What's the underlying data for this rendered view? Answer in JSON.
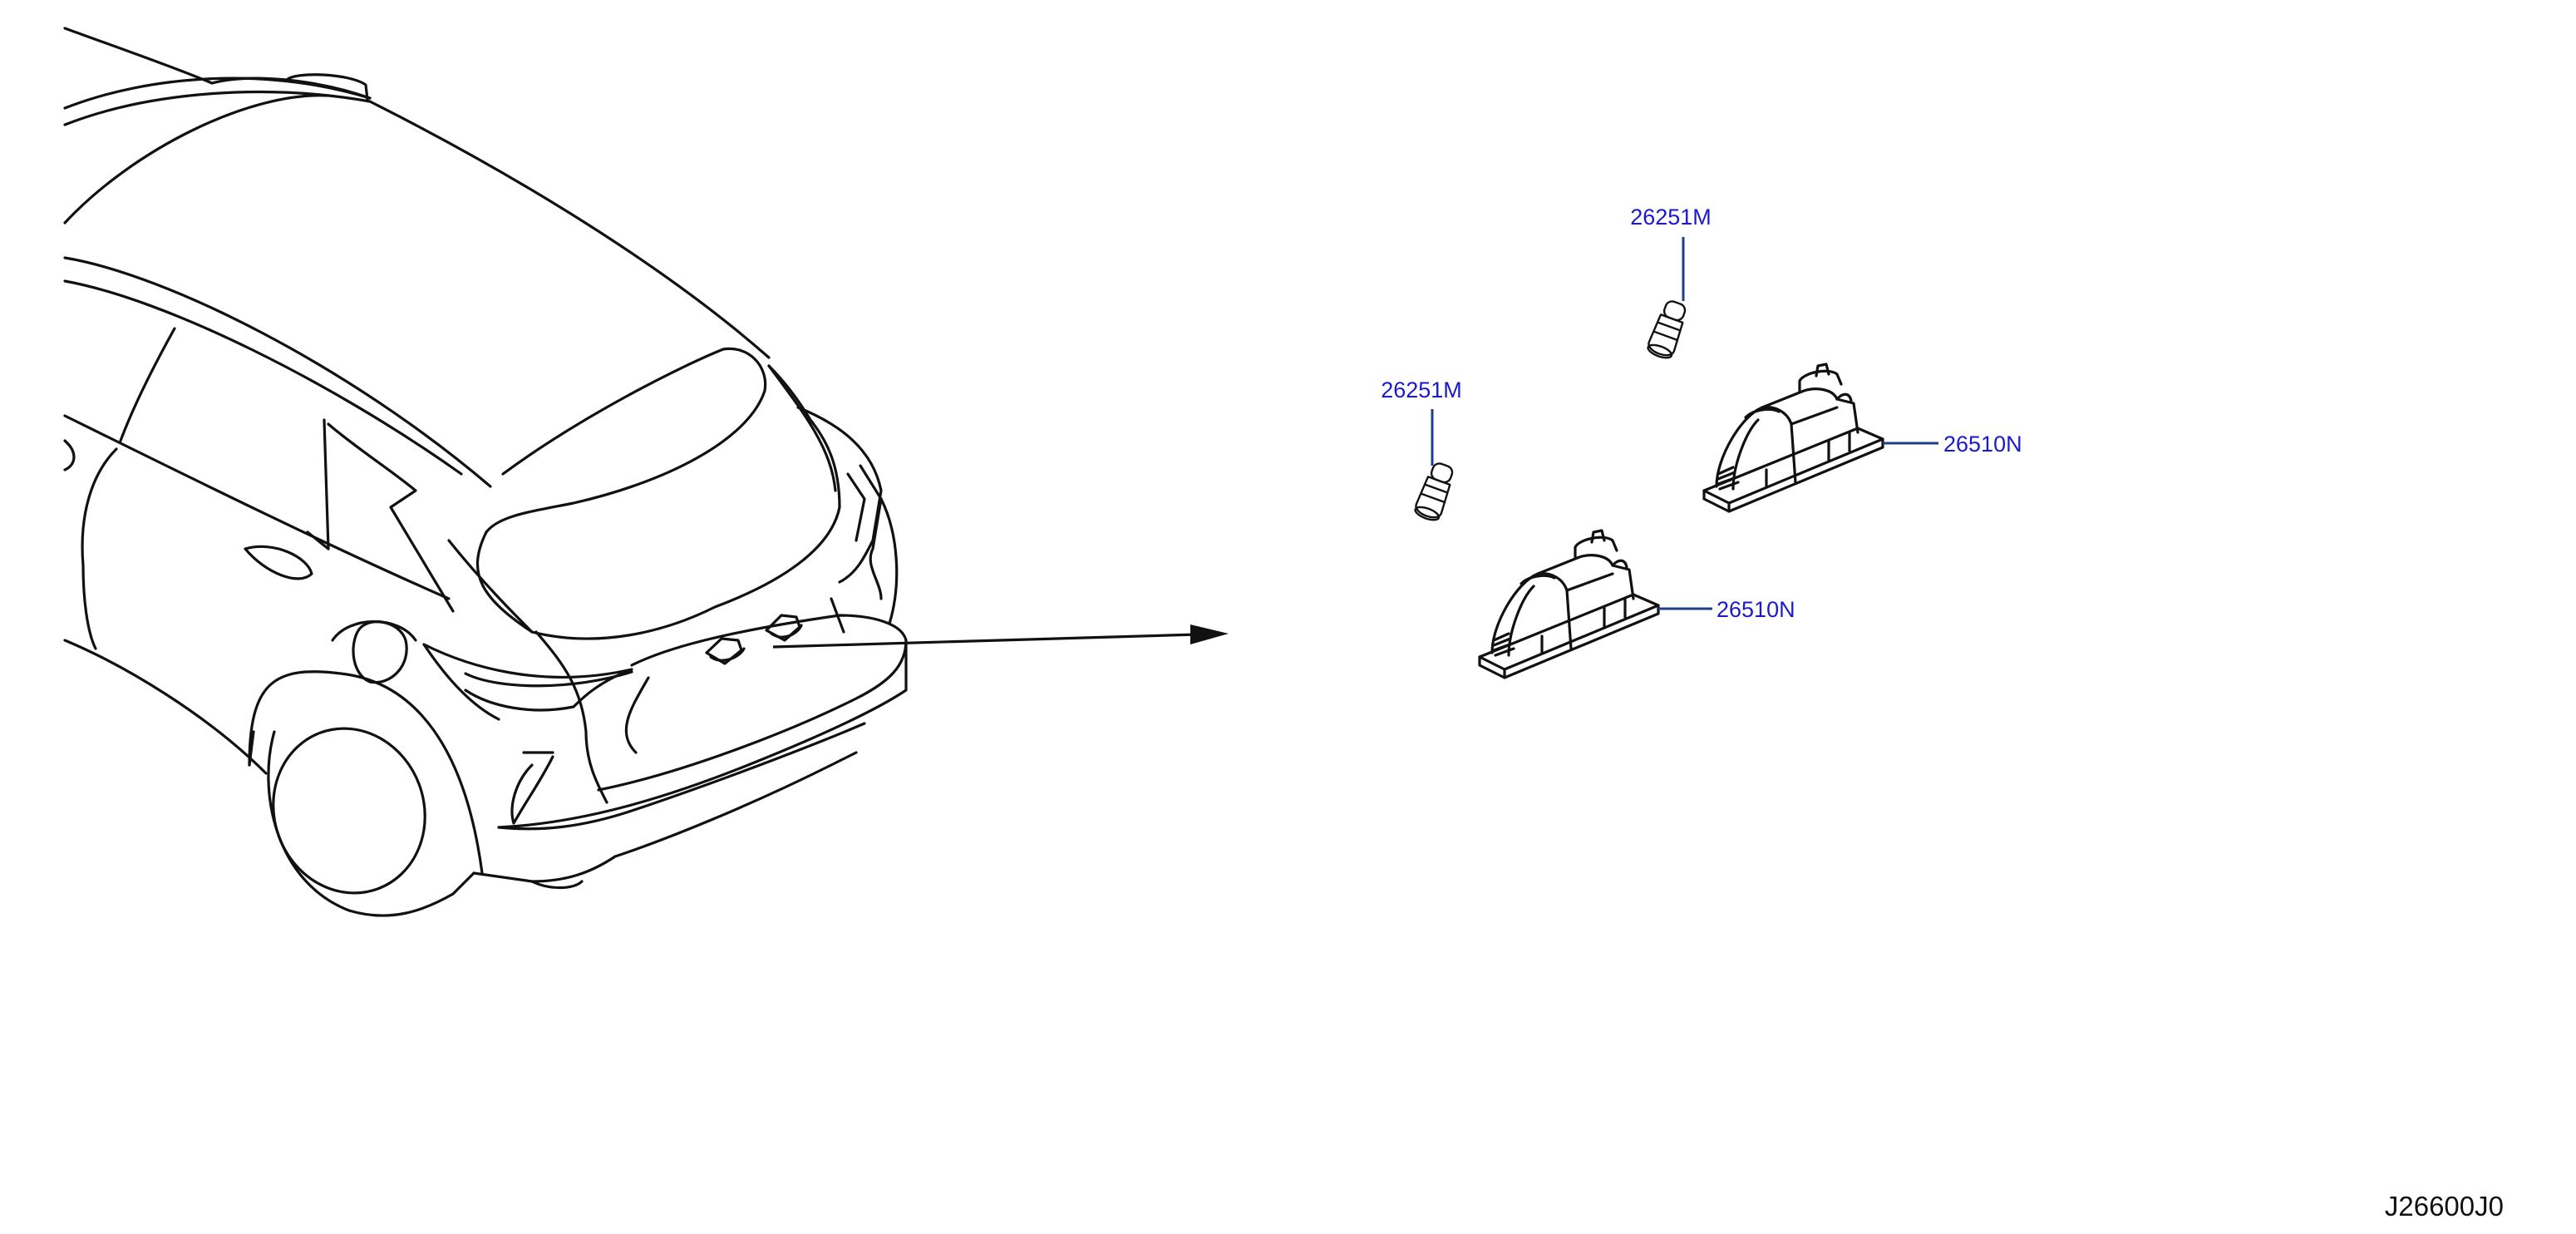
{
  "diagram": {
    "parts": [
      {
        "number": "26251M"
      },
      {
        "number": "26251M"
      },
      {
        "number": "26510N"
      },
      {
        "number": "26510N"
      }
    ],
    "reference_code": "J26600J0",
    "colors": {
      "label": "#1a1acc",
      "leader": "#1f3f8a",
      "line": "#111111",
      "background": "#ffffff"
    }
  }
}
